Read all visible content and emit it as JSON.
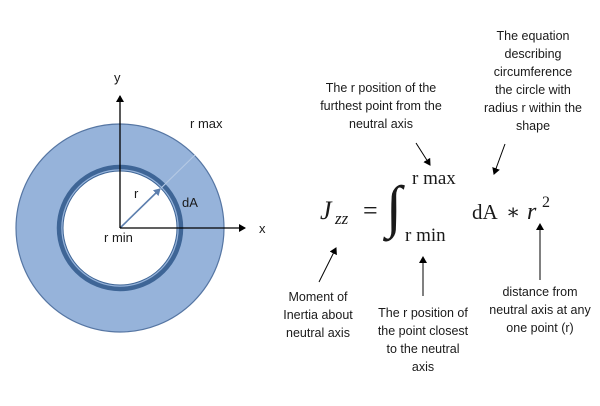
{
  "diagram": {
    "axis_x_label": "x",
    "axis_y_label": "y",
    "r_max_label": "r max",
    "r_label": "r",
    "dA_label": "dA",
    "r_min_label": "r min",
    "colors": {
      "disk_fill": "#96b3da",
      "disk_stroke": "#5676a3",
      "ring_stroke": "#3e6596",
      "axis": "#000000"
    }
  },
  "equation": {
    "J": "J",
    "J_sub": "zz",
    "equals": "=",
    "upper_limit": "r max",
    "lower_limit": "r min",
    "integrand": "dA",
    "times": "∗",
    "r": "r",
    "power": "2"
  },
  "annotations": {
    "furthest": "The r position of the furthest point from the neutral axis",
    "circumference": "The equation describing circumference the circle with radius r within the shape",
    "moment": "Moment of Inertia about neutral axis",
    "closest": "The r position of the point closest to the neutral axis",
    "distance": "distance from neutral axis at any one point (r)"
  }
}
